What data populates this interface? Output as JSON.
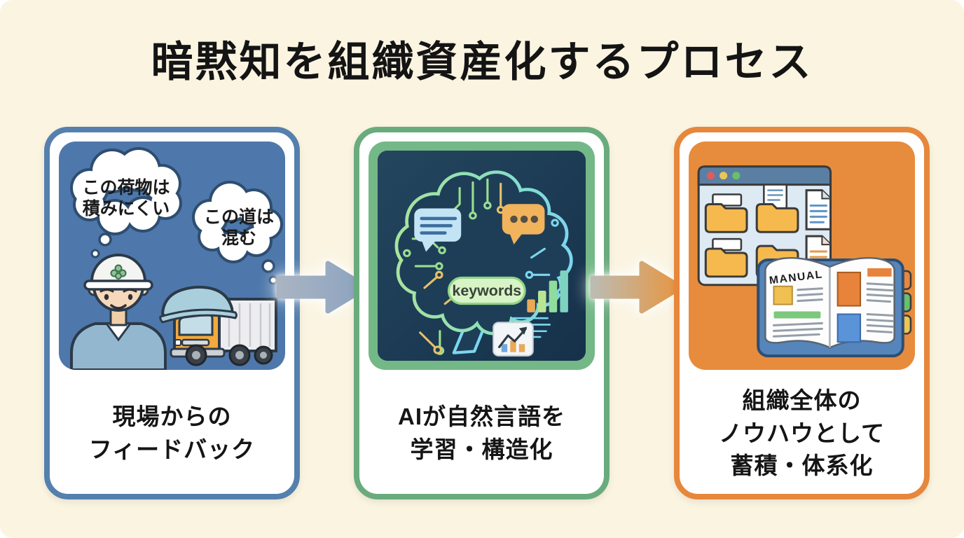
{
  "page": {
    "title": "暗黙知を組織資産化するプロセス",
    "background_color": "#faf4e1",
    "title_color": "#141414"
  },
  "steps": [
    {
      "id": "field-feedback",
      "caption_lines": [
        "現場からの",
        "フィードバック"
      ],
      "accent_color": "#5580ae",
      "panel_color": "#4e78ab",
      "thought_bubbles": [
        {
          "lines": [
            "この荷物は",
            "積みにくい"
          ]
        },
        {
          "lines": [
            "この道は",
            "混む"
          ]
        }
      ],
      "icons": [
        "thought-bubble",
        "worker",
        "truck"
      ]
    },
    {
      "id": "ai-structuring",
      "caption_lines": [
        "AIが自然言語を",
        "学習・構造化"
      ],
      "accent_color": "#6aab7d",
      "panel_color": "#1d3b53",
      "keywords_label": "keywords",
      "icons": [
        "circuit-brain",
        "chat-bubble-lines",
        "chat-bubble-dots",
        "bar-chart",
        "trend-chart"
      ]
    },
    {
      "id": "knowledge-base",
      "caption_lines": [
        "組織全体の",
        "ノウハウとして",
        "蓄積・体系化"
      ],
      "accent_color": "#e6873b",
      "panel_color": "#e78c3c",
      "manual_label": "MANUAL",
      "icons": [
        "file-browser-window",
        "folders",
        "documents",
        "open-manual-book"
      ]
    }
  ],
  "arrows": [
    {
      "direction": "right",
      "color_start": "#aab4c2",
      "color_end": "#8ba3c0"
    },
    {
      "direction": "right",
      "color_start": "#bcbcb2",
      "color_end": "#e8953f"
    }
  ]
}
